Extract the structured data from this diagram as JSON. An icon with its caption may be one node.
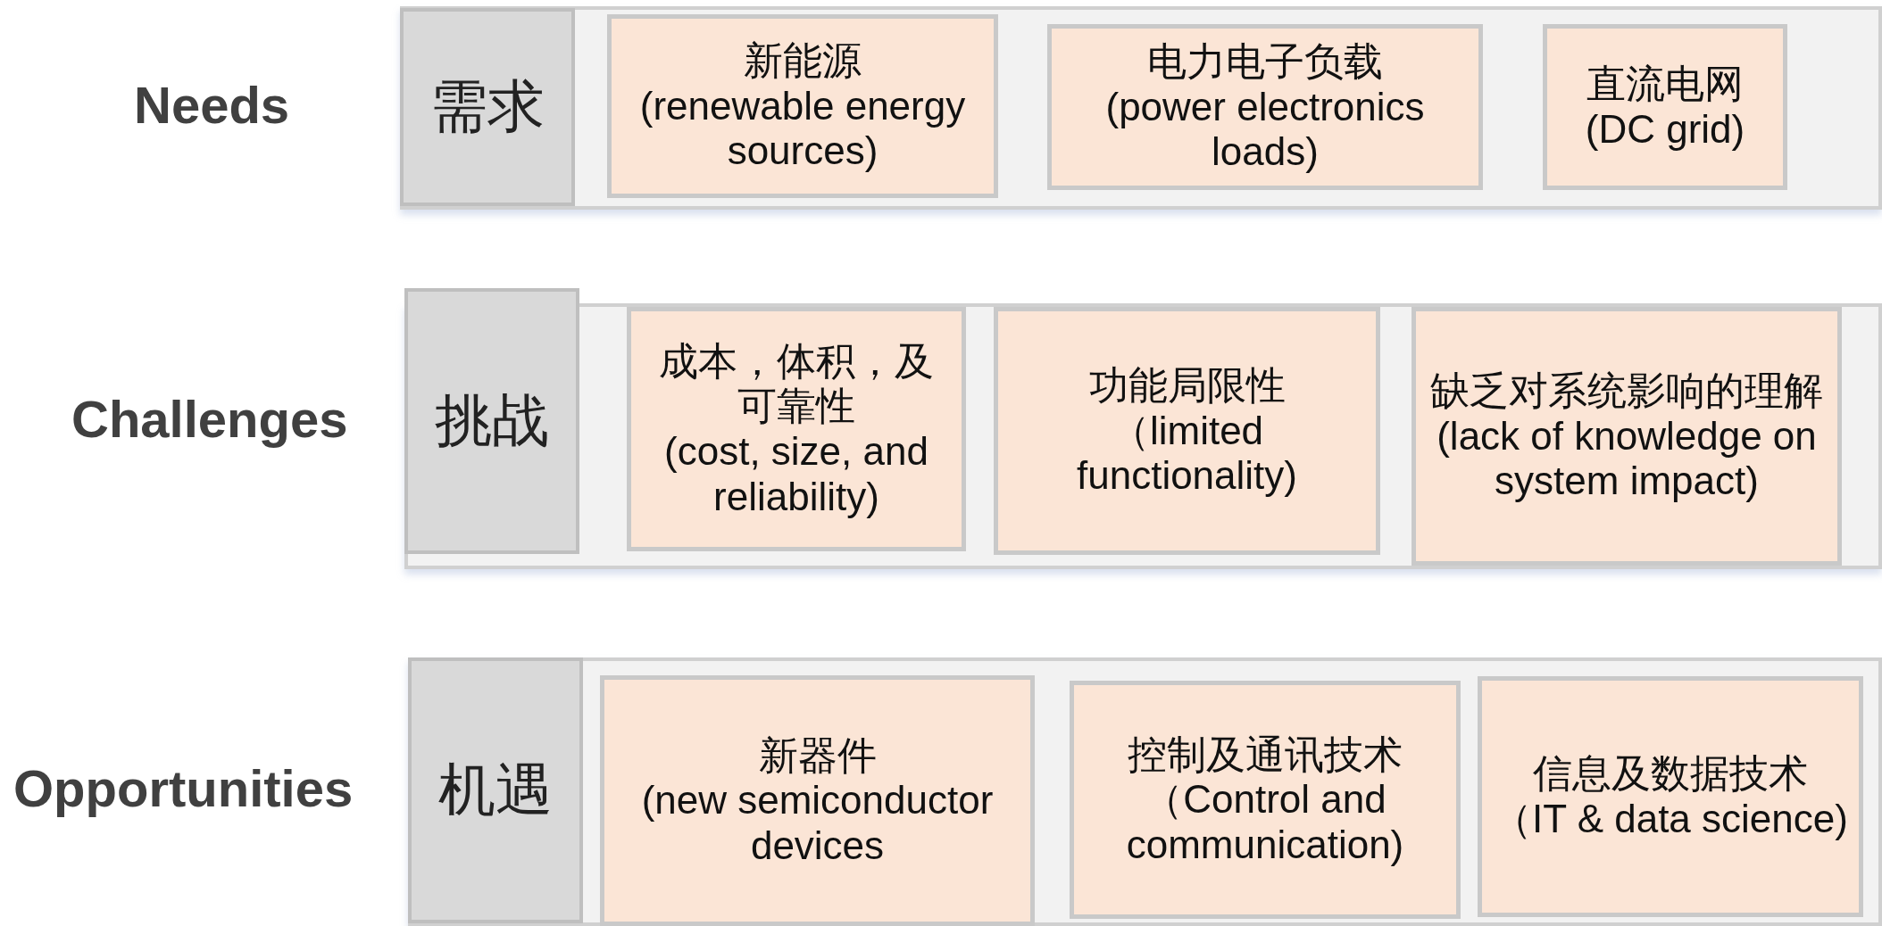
{
  "diagram": {
    "nodes": [
      {
        "text": [],
        "shape": "bar"
      },
      {
        "text": [
          "需求"
        ],
        "in": 0,
        "beside": [
          "Needs"
        ]
      },
      {
        "text": [
          "新能源",
          "(renewable energy sources)"
        ],
        "in": 0
      },
      {
        "text": [
          "电力电子负载",
          "(power electronics loads)"
        ],
        "in": 0
      },
      {
        "text": [
          "直流电网",
          "(DC grid)"
        ],
        "in": 0
      },
      {
        "text": [],
        "shape": "bar"
      },
      {
        "text": [
          "挑战"
        ],
        "in": 5,
        "beside": [
          "Challenges"
        ]
      },
      {
        "text": [
          "成本，体积，及可靠性",
          "(cost, size, and reliability)"
        ],
        "in": 5
      },
      {
        "text": [
          "功能局限性",
          "（limited functionality)"
        ],
        "in": 5
      },
      {
        "text": [
          "缺乏对系统影响的理解",
          "(lack of knowledge on system impact)"
        ],
        "in": 5
      },
      {
        "text": [],
        "shape": "bar"
      },
      {
        "text": [
          "机遇"
        ],
        "in": 10,
        "beside": [
          "Opportunities"
        ]
      },
      {
        "text": [
          "新器件",
          "(new semiconductor devices"
        ],
        "in": 10
      },
      {
        "text": [
          "控制及通讯技术",
          "（Control and communication)"
        ],
        "in": 10
      },
      {
        "text": [
          "信息及数据技术",
          "（IT & data science)"
        ],
        "in": 10
      }
    ],
    "edges": []
  }
}
